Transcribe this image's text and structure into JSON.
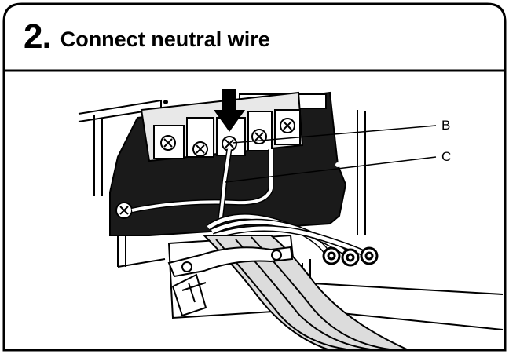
{
  "header": {
    "step_number": "2.",
    "title": "Connect neutral wire"
  },
  "callouts": {
    "b": "B",
    "c": "C"
  },
  "colors": {
    "outline": "#000000",
    "panel_fill": "#ffffff",
    "dark_fill": "#1a1a1a",
    "terminal_fill": "#e8e8e8",
    "cable_fill": "#dcdcdc"
  },
  "icons": [
    "arrow-down-icon",
    "screw-icon"
  ]
}
